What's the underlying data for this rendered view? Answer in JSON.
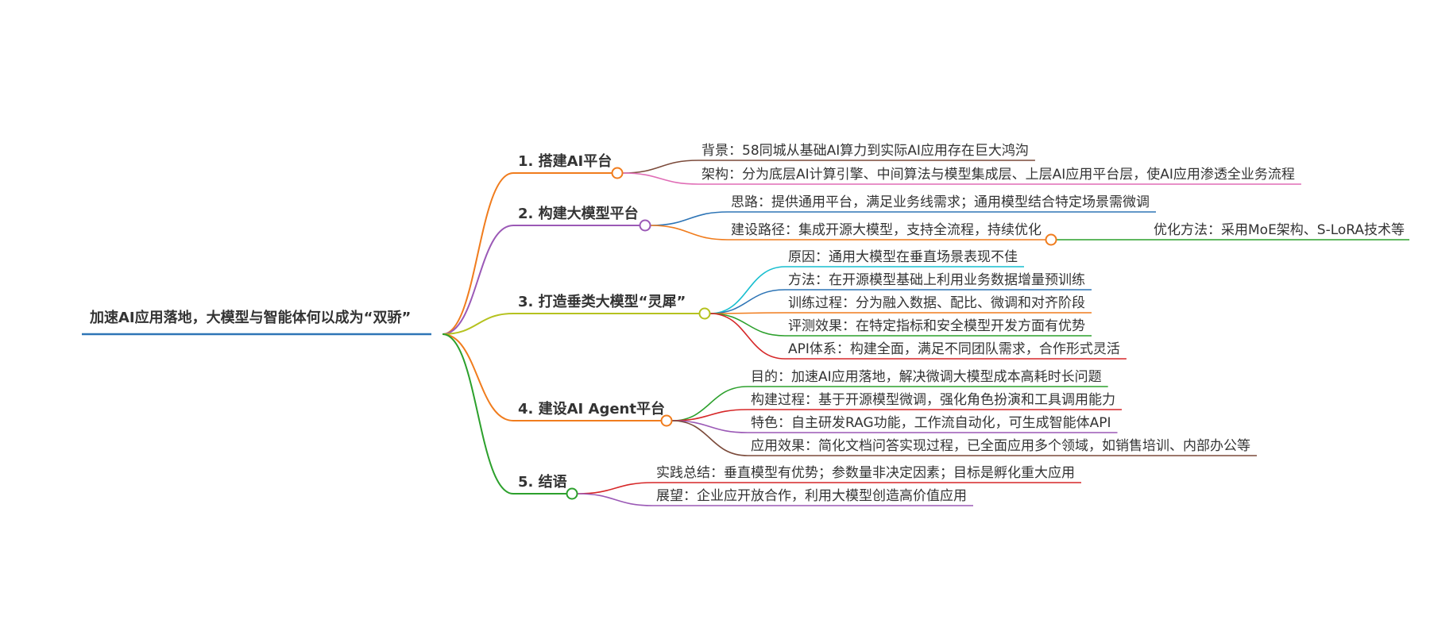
{
  "root": {
    "label": "加速AI应用落地，大模型与智能体何以成为“双骄”",
    "color": "#2e75b6"
  },
  "branches": [
    {
      "label": "1. 搭建AI平台",
      "color": "#f07c1d",
      "leaves": [
        {
          "label": "背景：58同城从基础AI算力到实际AI应用存在巨大鸿沟",
          "color": "#7b4a3a"
        },
        {
          "label": "架构：分为底层AI计算引擎、中间算法与模型集成层、上层AI应用平台层，使AI应用渗透全业务流程",
          "color": "#e06db6"
        }
      ]
    },
    {
      "label": "2. 构建大模型平台",
      "color": "#9b59b6",
      "leaves": [
        {
          "label": "思路：提供通用平台，满足业务线需求；通用模型结合特定场景需微调",
          "color": "#2e75b6"
        },
        {
          "label": "建设路径：集成开源大模型，支持全流程，持续优化",
          "color": "#f07c1d",
          "child": {
            "label": "优化方法：采用MoE架构、S-LoRA技术等",
            "color": "#2ca02c"
          }
        }
      ]
    },
    {
      "label": "3. 打造垂类大模型“灵犀”",
      "color": "#b5c21f",
      "leaves": [
        {
          "label": "原因：通用大模型在垂直场景表现不佳",
          "color": "#17becf"
        },
        {
          "label": "方法：在开源模型基础上利用业务数据增量预训练",
          "color": "#2e75b6"
        },
        {
          "label": "训练过程：分为融入数据、配比、微调和对齐阶段",
          "color": "#f07c1d"
        },
        {
          "label": "评测效果：在特定指标和安全模型开发方面有优势",
          "color": "#2ca02c"
        },
        {
          "label": "API体系：构建全面，满足不同团队需求，合作形式灵活",
          "color": "#d62728"
        }
      ]
    },
    {
      "label": "4. 建设AI Agent平台",
      "color": "#f07c1d",
      "leaves": [
        {
          "label": "目的：加速AI应用落地，解决微调大模型成本高耗时长问题",
          "color": "#2ca02c"
        },
        {
          "label": "构建过程：基于开源模型微调，强化角色扮演和工具调用能力",
          "color": "#d62728"
        },
        {
          "label": "特色：自主研发RAG功能，工作流自动化，可生成智能体API",
          "color": "#9b59b6"
        },
        {
          "label": "应用效果：简化文档问答实现过程，已全面应用多个领域，如销售培训、内部办公等",
          "color": "#7b4a3a"
        }
      ]
    },
    {
      "label": "5. 结语",
      "color": "#2ca02c",
      "leaves": [
        {
          "label": "实践总结：垂直模型有优势；参数量非决定因素；目标是孵化重大应用",
          "color": "#d62728"
        },
        {
          "label": "展望：企业应开放合作，利用大模型创造高价值应用",
          "color": "#9b59b6"
        }
      ]
    }
  ]
}
